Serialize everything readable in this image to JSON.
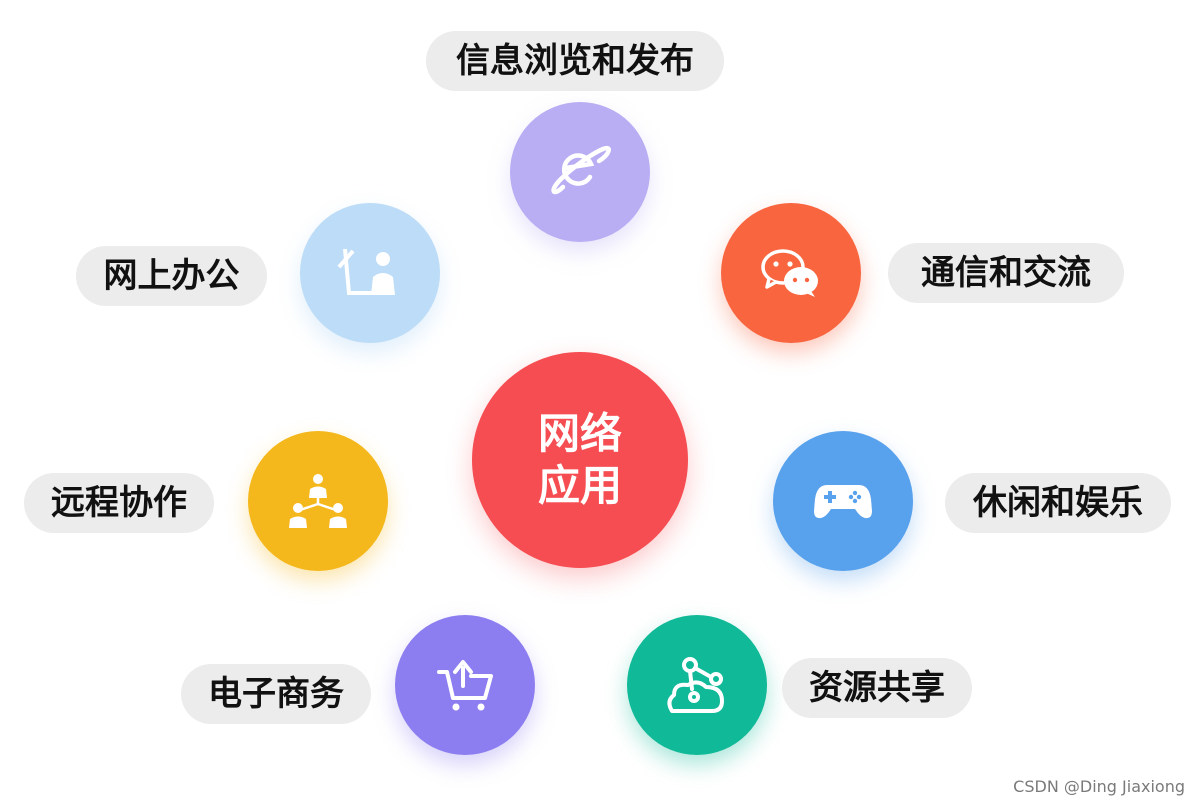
{
  "center": {
    "line1": "网络",
    "line2": "应用",
    "color": "#f54d52"
  },
  "nodes": [
    {
      "id": "browse",
      "label": "信息浏览和发布",
      "icon": "globe-e-icon",
      "color": "#b9aef3"
    },
    {
      "id": "office",
      "label": "网上办公",
      "icon": "office-user-icon",
      "color": "#bcdcf7"
    },
    {
      "id": "comm",
      "label": "通信和交流",
      "icon": "wechat-icon",
      "color": "#f8653f"
    },
    {
      "id": "collab",
      "label": "远程协作",
      "icon": "team-network-icon",
      "color": "#f5b81c"
    },
    {
      "id": "leisure",
      "label": "休闲和娱乐",
      "icon": "gamepad-icon",
      "color": "#58a1ec"
    },
    {
      "id": "commerce",
      "label": "电子商务",
      "icon": "shopping-cart-icon",
      "color": "#8c7ef0"
    },
    {
      "id": "share",
      "label": "资源共享",
      "icon": "cloud-share-icon",
      "color": "#10b998"
    }
  ],
  "watermark": "CSDN @Ding Jiaxiong"
}
